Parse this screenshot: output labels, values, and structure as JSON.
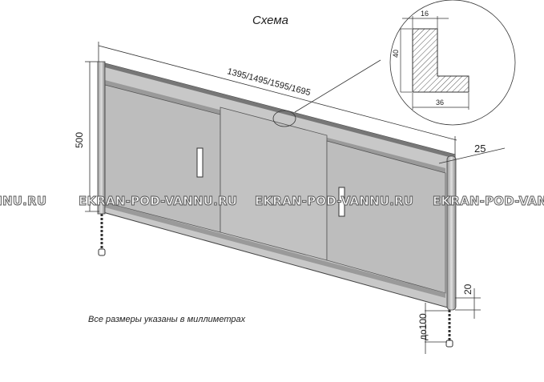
{
  "title": "Схема",
  "dimensions": {
    "length": "1395/1495/1595/1695",
    "height": "500",
    "depth": "25",
    "plinth": "20",
    "leg": "до100"
  },
  "profile": {
    "width_top": "16",
    "height": "40",
    "width_bottom": "36"
  },
  "note": "Все размеры указаны в миллиметрах",
  "watermark": "EKRAN-POD-VANNU.RU",
  "colors": {
    "panel": "#c4c4c4",
    "frame": "#8a8a8a",
    "line": "#333333"
  }
}
